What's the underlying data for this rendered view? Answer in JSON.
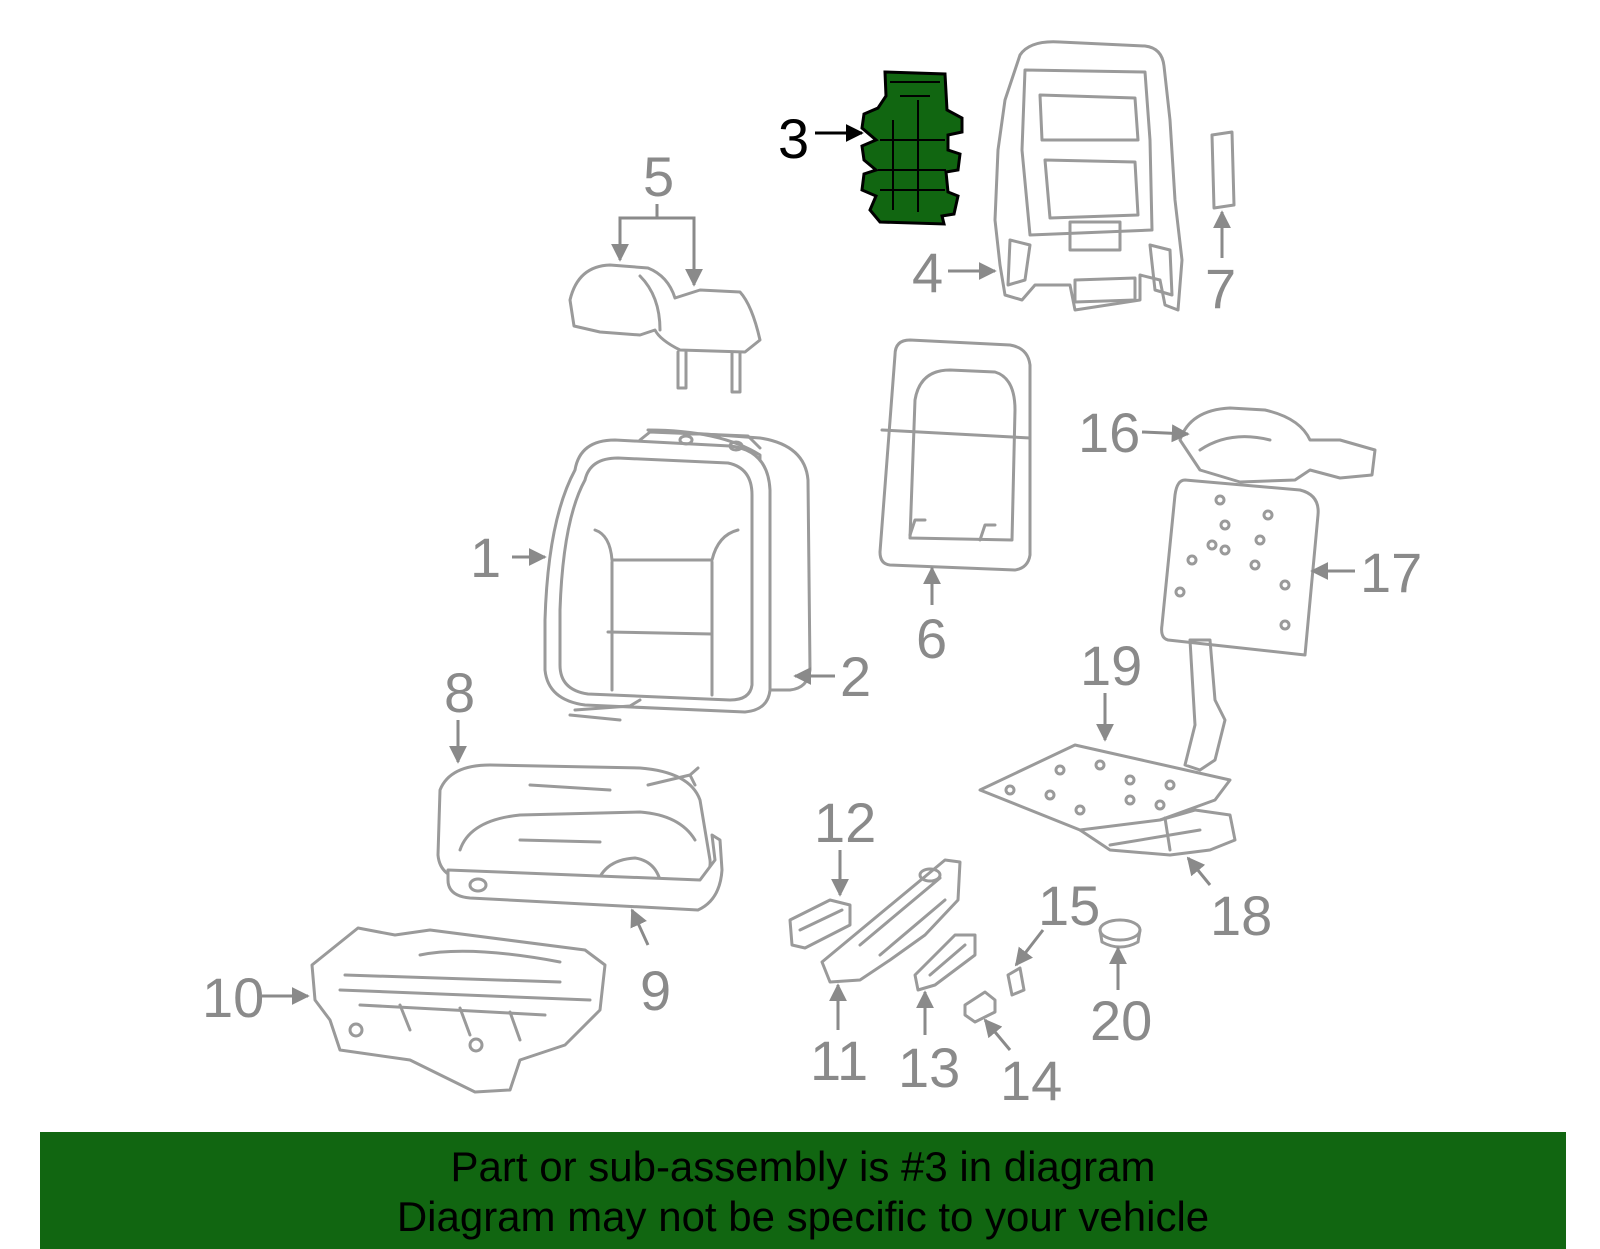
{
  "diagram": {
    "highlight_color": "#116611",
    "outline_color": "#9a9a9a",
    "highlighted_part": "3",
    "callouts": [
      {
        "id": "1",
        "label": "1"
      },
      {
        "id": "2",
        "label": "2"
      },
      {
        "id": "3",
        "label": "3"
      },
      {
        "id": "4",
        "label": "4"
      },
      {
        "id": "5",
        "label": "5"
      },
      {
        "id": "6",
        "label": "6"
      },
      {
        "id": "7",
        "label": "7"
      },
      {
        "id": "8",
        "label": "8"
      },
      {
        "id": "9",
        "label": "9"
      },
      {
        "id": "10",
        "label": "10"
      },
      {
        "id": "11",
        "label": "11"
      },
      {
        "id": "12",
        "label": "12"
      },
      {
        "id": "13",
        "label": "13"
      },
      {
        "id": "14",
        "label": "14"
      },
      {
        "id": "15",
        "label": "15"
      },
      {
        "id": "16",
        "label": "16"
      },
      {
        "id": "17",
        "label": "17"
      },
      {
        "id": "18",
        "label": "18"
      },
      {
        "id": "19",
        "label": "19"
      },
      {
        "id": "20",
        "label": "20"
      }
    ]
  },
  "banner": {
    "background": "#116611",
    "line1": "Part or sub-assembly is #3 in diagram",
    "line2": "Diagram may not be specific to your vehicle"
  }
}
